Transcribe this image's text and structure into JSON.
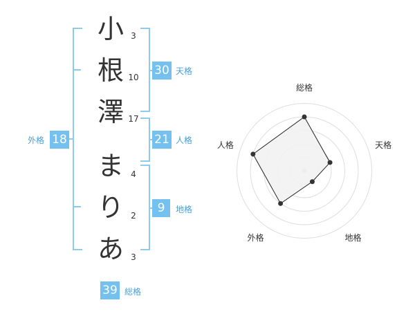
{
  "name": {
    "chars": [
      {
        "char": "小",
        "strokes": "3"
      },
      {
        "char": "根",
        "strokes": "10"
      },
      {
        "char": "澤",
        "strokes": "17"
      },
      {
        "char": "ま",
        "strokes": "4"
      },
      {
        "char": "り",
        "strokes": "2"
      },
      {
        "char": "あ",
        "strokes": "3"
      }
    ]
  },
  "fortune": {
    "tenkaku": {
      "value": "30",
      "label": "天格"
    },
    "jinkaku": {
      "value": "21",
      "label": "人格"
    },
    "chikaku": {
      "value": "9",
      "label": "地格"
    },
    "gaikaku": {
      "value": "18",
      "label": "外格"
    },
    "soukaku": {
      "value": "39",
      "label": "総格"
    }
  },
  "colors": {
    "accent": "#74c1ef",
    "bracket": "#8ecbef",
    "label_text": "#4a9fd6",
    "chart_fill": "#f2f2f2",
    "chart_line": "#222222"
  },
  "chart_data": {
    "type": "radar",
    "axes": [
      "総格",
      "天格",
      "地格",
      "外格",
      "人格"
    ],
    "max": 5,
    "rings": 4,
    "values": [
      4,
      2,
      1,
      3,
      4
    ]
  }
}
